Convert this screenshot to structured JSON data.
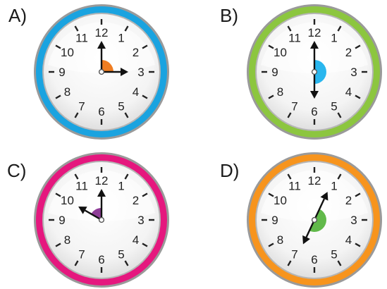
{
  "clocks": [
    {
      "label": "A)",
      "ring_color": "#1aa3e0",
      "angle_color": "#ef7d22",
      "hour_hand_deg": 90,
      "minute_hand_deg": 0
    },
    {
      "label": "B)",
      "ring_color": "#8cc63f",
      "angle_color": "#29b6ee",
      "hour_hand_deg": 180,
      "minute_hand_deg": 0
    },
    {
      "label": "C)",
      "ring_color": "#e5177e",
      "angle_color": "#8e3d97",
      "hour_hand_deg": 300,
      "minute_hand_deg": 0
    },
    {
      "label": "D)",
      "ring_color": "#f7941d",
      "angle_color": "#61b94a",
      "hour_hand_deg": 205,
      "minute_hand_deg": 25
    }
  ],
  "numerals": [
    "12",
    "1",
    "2",
    "3",
    "4",
    "5",
    "6",
    "7",
    "8",
    "9",
    "10",
    "11"
  ]
}
